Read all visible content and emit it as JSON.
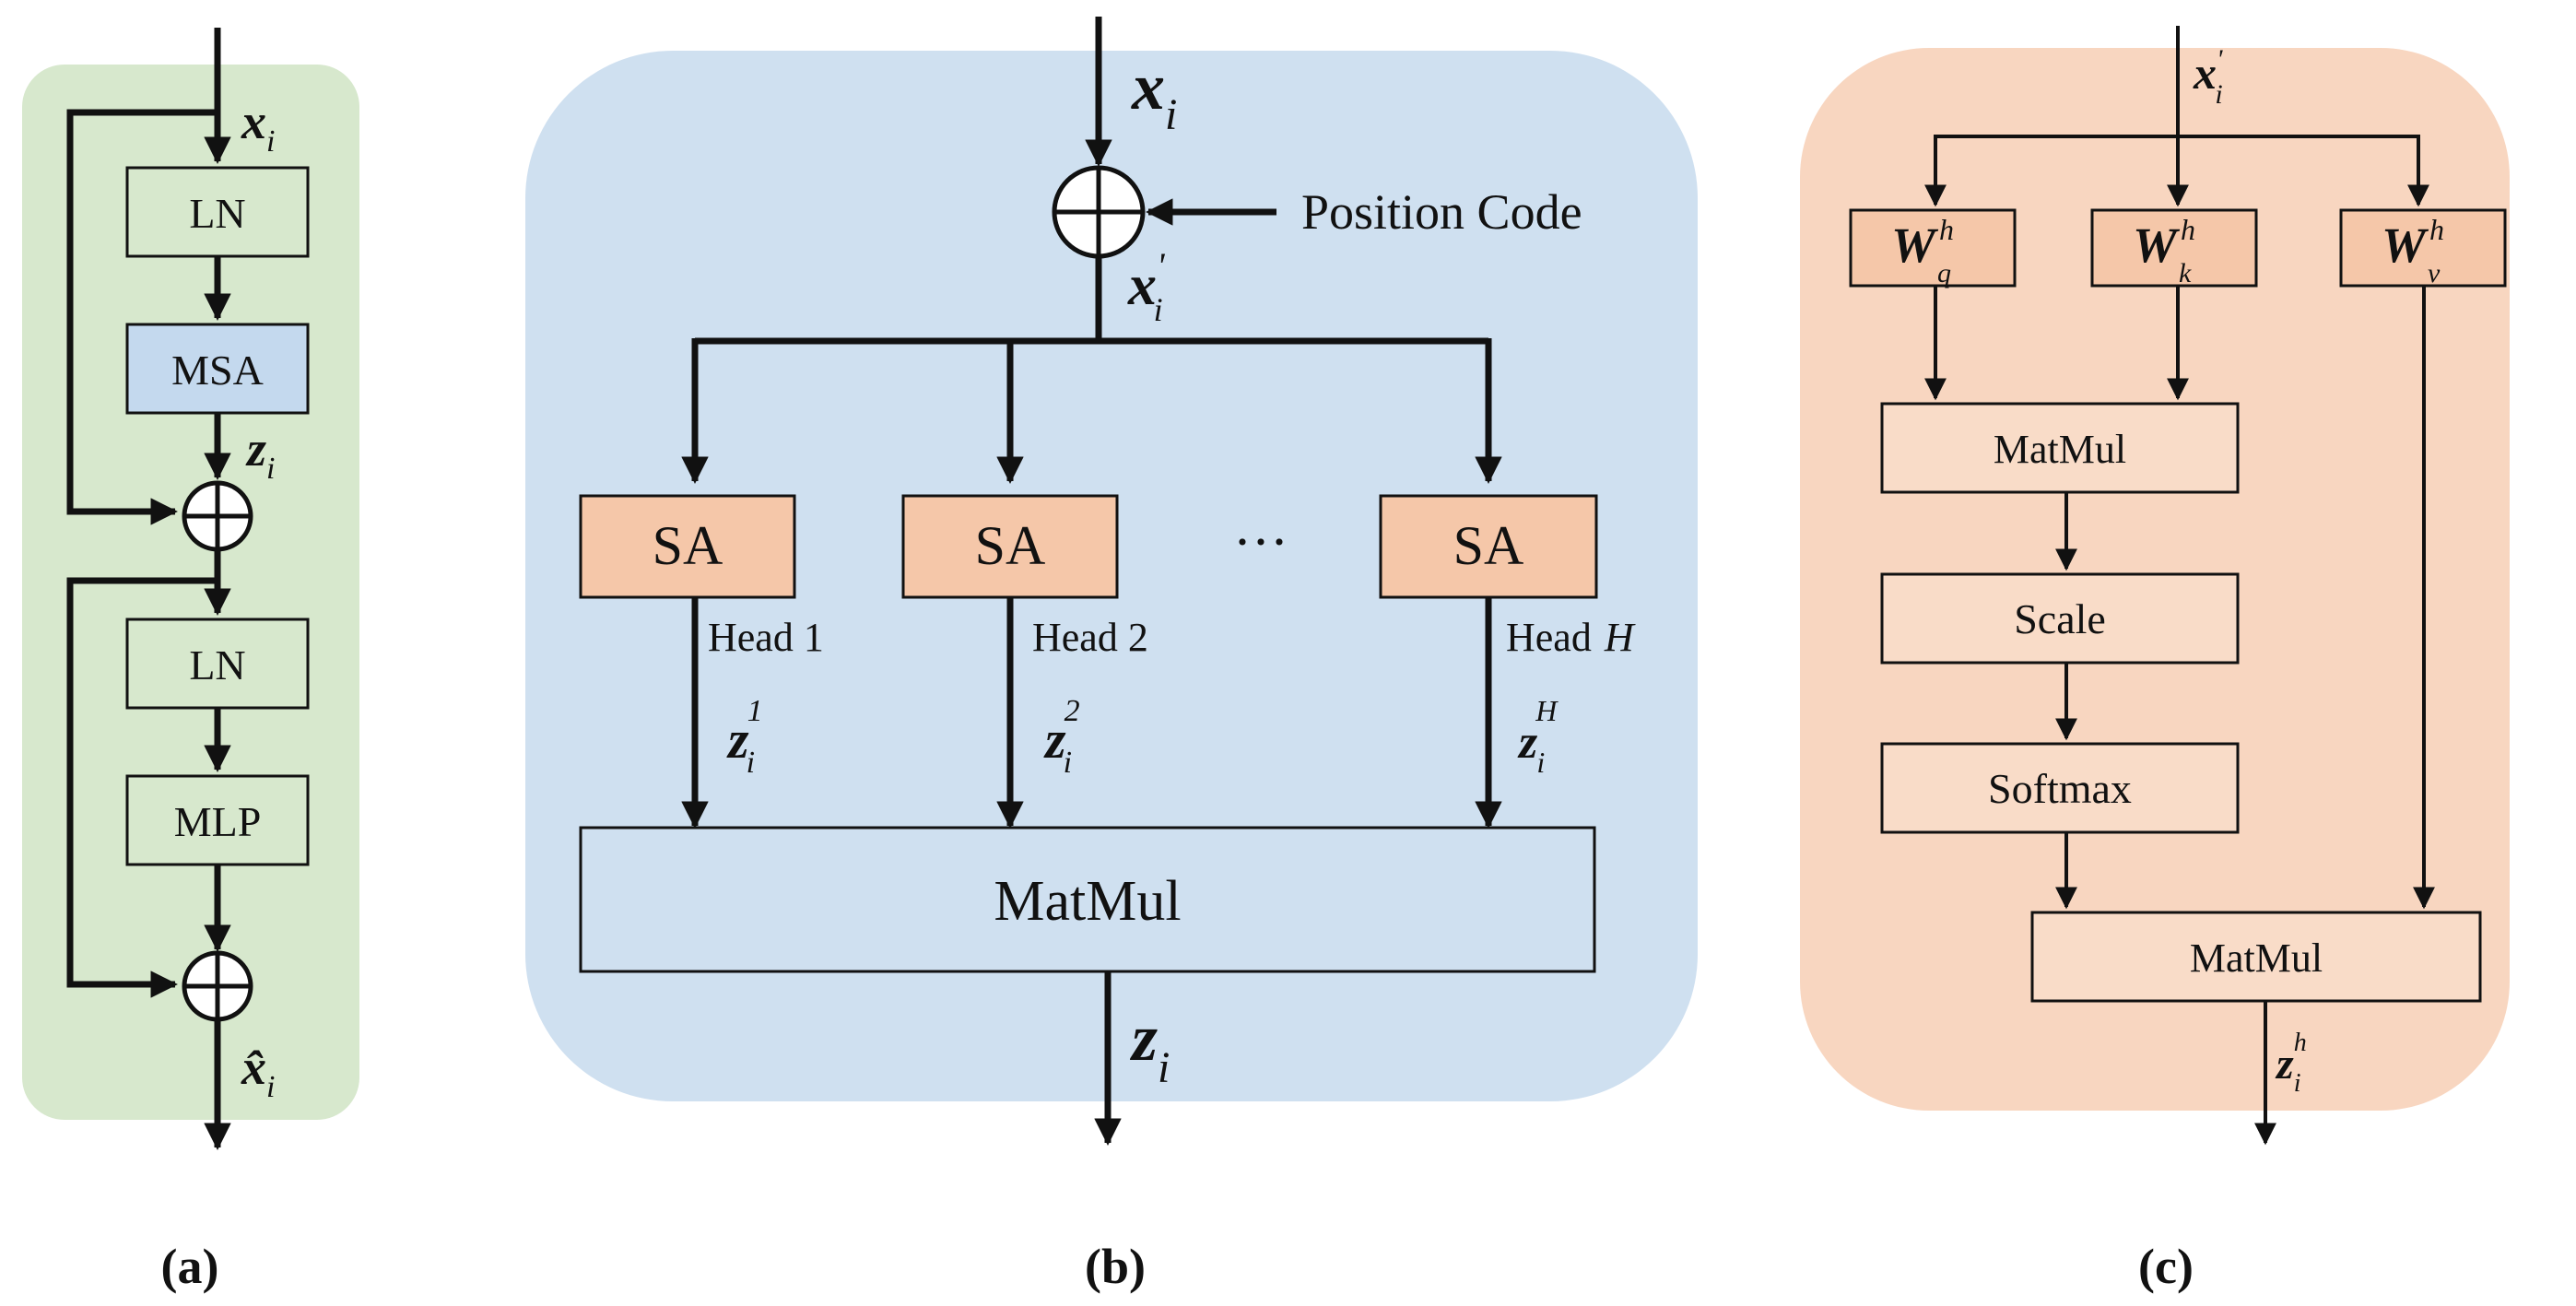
{
  "panel_a": {
    "caption": "(a)",
    "input_var": "x",
    "input_sub": "i",
    "ln1": "LN",
    "msa": "MSA",
    "z_var": "z",
    "z_sub": "i",
    "ln2": "LN",
    "mlp": "MLP",
    "output_var": "x̂",
    "output_sub": "i"
  },
  "panel_b": {
    "caption": "(b)",
    "input_var": "x",
    "input_sub": "i",
    "position_code": "Position Code",
    "xprime_var": "x",
    "xprime_sup": "'",
    "xprime_sub": "i",
    "heads": [
      {
        "box": "SA",
        "label": "Head 1",
        "z_var": "z",
        "z_sup": "1",
        "z_sub": "i"
      },
      {
        "box": "SA",
        "label": "Head 2",
        "z_var": "z",
        "z_sup": "2",
        "z_sub": "i"
      },
      {
        "box": "SA",
        "label": "Head",
        "label_italic": "H",
        "z_var": "z",
        "z_sup": "H",
        "z_sub": "i"
      }
    ],
    "ellipsis": "···",
    "matmul": "MatMul",
    "output_var": "z",
    "output_sub": "i"
  },
  "panel_c": {
    "caption": "(c)",
    "input_var": "x",
    "input_sup": "'",
    "input_sub": "i",
    "wq": {
      "var": "W",
      "sup": "h",
      "sub": "q"
    },
    "wk": {
      "var": "W",
      "sup": "h",
      "sub": "k"
    },
    "wv": {
      "var": "W",
      "sup": "h",
      "sub": "v"
    },
    "matmul1": "MatMul",
    "scale": "Scale",
    "softmax": "Softmax",
    "matmul2": "MatMul",
    "output_var": "z",
    "output_sup": "h",
    "output_sub": "i"
  },
  "colors": {
    "panel_a_bg": "#d7e8cd",
    "panel_b_bg": "#cfe0f0",
    "panel_c_bg": "#f8d6c0",
    "msa_box": "#c4d9ee",
    "sa_box": "#f5c7a9"
  }
}
